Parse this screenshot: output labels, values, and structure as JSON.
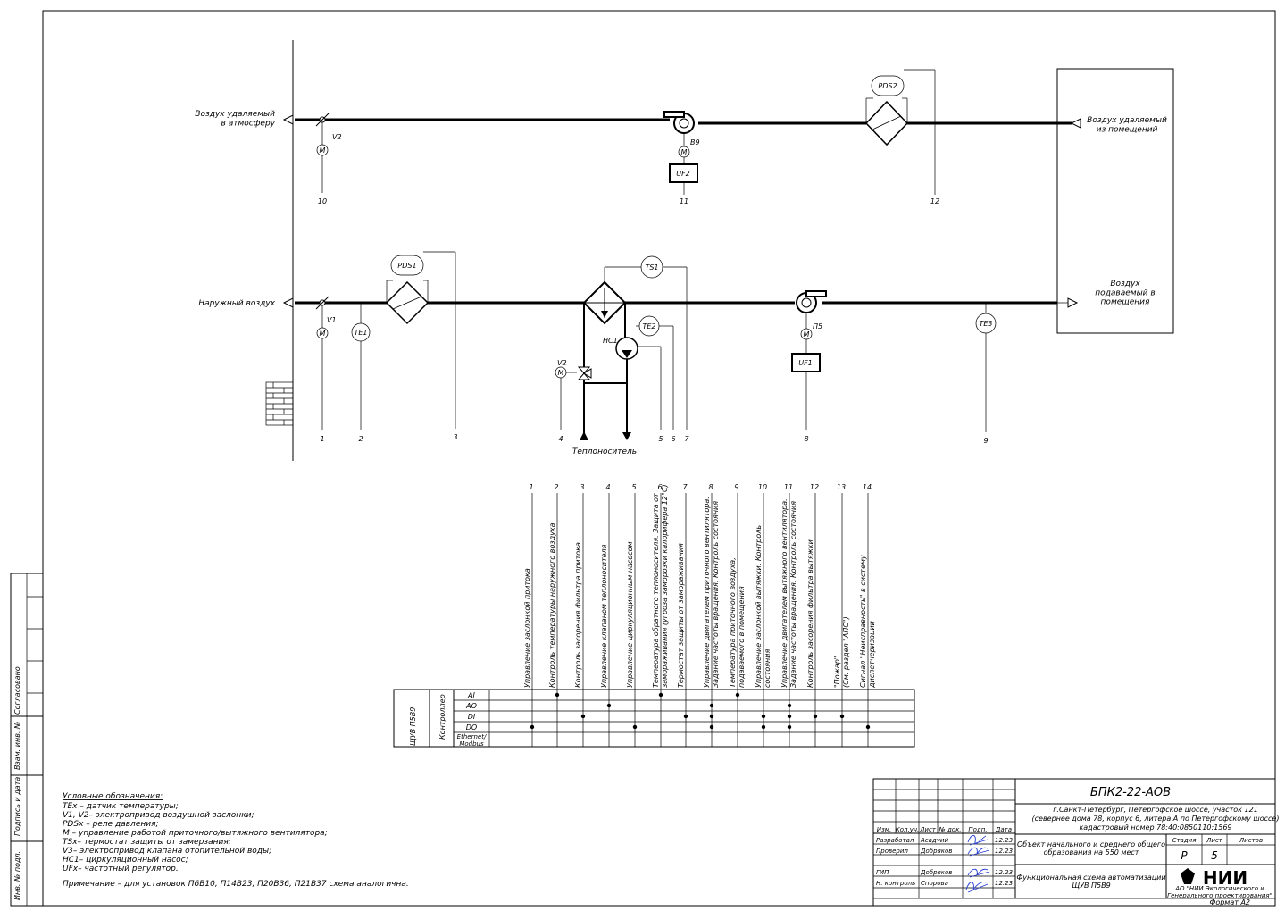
{
  "diagram": {
    "ducts": {
      "exhaust_left": "Воздух удаляемый\nв атмосферу",
      "exhaust_right": "Воздух удаляемый\nиз помещений",
      "supply_left": "Наружный воздух",
      "supply_right": "Воздух\nподаваемый в\nпомещения",
      "coolant": "Теплоноситель"
    },
    "devices": {
      "pds1": "PDS1",
      "pds2": "PDS2",
      "ts1": "TS1",
      "te1": "TE1",
      "te2": "TE2",
      "te3": "TE3",
      "uf1": "UF1",
      "uf2": "UF2",
      "m": "M",
      "v1": "V1",
      "v2_top": "V2",
      "v2_valve": "V2",
      "b9": "В9",
      "p5": "П5",
      "hc1": "HC1"
    },
    "line_numbers": [
      "1",
      "2",
      "3",
      "4",
      "5",
      "6",
      "7",
      "8",
      "9",
      "10",
      "11",
      "12"
    ]
  },
  "signals": {
    "numbers": [
      "1",
      "2",
      "3",
      "4",
      "5",
      "6",
      "7",
      "8",
      "9",
      "10",
      "11",
      "12",
      "13",
      "14"
    ],
    "labels": [
      [
        "Управление заслонкой притока"
      ],
      [
        "Контроль температуры наружного воздуха"
      ],
      [
        "Контроль засорения фильтра притока"
      ],
      [
        "Управление клапаном теплоносителя"
      ],
      [
        "Управление циркуляционным насосом"
      ],
      [
        "Температура обратного теплоносителя. Защита от",
        "замораживания (угроза заморозки калорифера 12°С)"
      ],
      [
        "Термостат защиты от замораживания"
      ],
      [
        "Управление двигателем приточного вентилятора.",
        "Задание частоты вращения. Контроль состояния"
      ],
      [
        "Температура приточного воздуха,",
        "подаваемого в помещения"
      ],
      [
        "Управление заслонкой вытяжки. Контроль",
        "состояния"
      ],
      [
        "Управление двигателем вытяжного вентилятора.",
        "Задание частоты вращения. Контроль состояния"
      ],
      [
        "Контроль засорения фильтра вытяжки"
      ],
      [
        "\"Пожар\"",
        "(См. раздел \"АПС\")"
      ],
      [
        "Сигнал \"Неисправность\" в систему",
        "диспетчеризации"
      ]
    ],
    "panel": "ЩУВ П5В9",
    "controller": "Контроллер",
    "rows": [
      "AI",
      "AO",
      "DI",
      "DO",
      "Ethernet/\nModbus"
    ]
  },
  "legend": {
    "title": "Условные обозначения:",
    "items": [
      "TEx – датчик температуры;",
      "V1, V2– электропривод воздушной заслонки;",
      "PDSx – реле давления;",
      "M – управление работой приточного/вытяжного вентилятора;",
      "TSx– термостат защиты от замерзания;",
      "V3– электропривод клапана отопительной воды;",
      "HC1– циркуляционный насос;",
      "UFx– частотный регулятор."
    ],
    "note": "Примечание – для установок П6В10, П14В23, П20В36, П21В37 схема аналогична."
  },
  "side_stamp": [
    "Согласовано",
    "Взам. инв. №",
    "Подпись и дата",
    "Инв. № подл."
  ],
  "title_block": {
    "code": "БПК2-22-АОВ",
    "address": [
      "г.Санкт-Петербург, Петергофское шоссе, участок 121",
      "(севернее дома 78, корпус 6, литера А по Петергофскому шоссе)",
      "кадастровый номер 78:40:0850110:1569"
    ],
    "headers": [
      "Изм.",
      "Кол.уч.",
      "Лист",
      "№ док.",
      "Подп.",
      "Дата"
    ],
    "roles": [
      {
        "role": "Разработал",
        "name": "Асадчий",
        "date": "12.23"
      },
      {
        "role": "Проверил",
        "name": "Добряков",
        "date": "12.23"
      },
      {
        "role": "",
        "name": "",
        "date": ""
      },
      {
        "role": "ГИП",
        "name": "Добряков",
        "date": "12.23"
      },
      {
        "role": "Н. контроль",
        "name": "Спорова",
        "date": "12.23"
      }
    ],
    "object": "Объект начального и среднего общего\nобразования на 550 мест",
    "stage_label": "Стадия",
    "sheet_label": "Лист",
    "sheets_label": "Листов",
    "stage": "Р",
    "sheet": "5",
    "sheets": "",
    "drawing": "Функциональная схема автоматизации\nЩУВ П5В9",
    "company_logo": "НИИ",
    "company": "АО \"НИИ Экологического и\nГенерального проектирования\"",
    "format": "Формат А2"
  },
  "colors": {
    "signature": "#2a3fd1"
  }
}
